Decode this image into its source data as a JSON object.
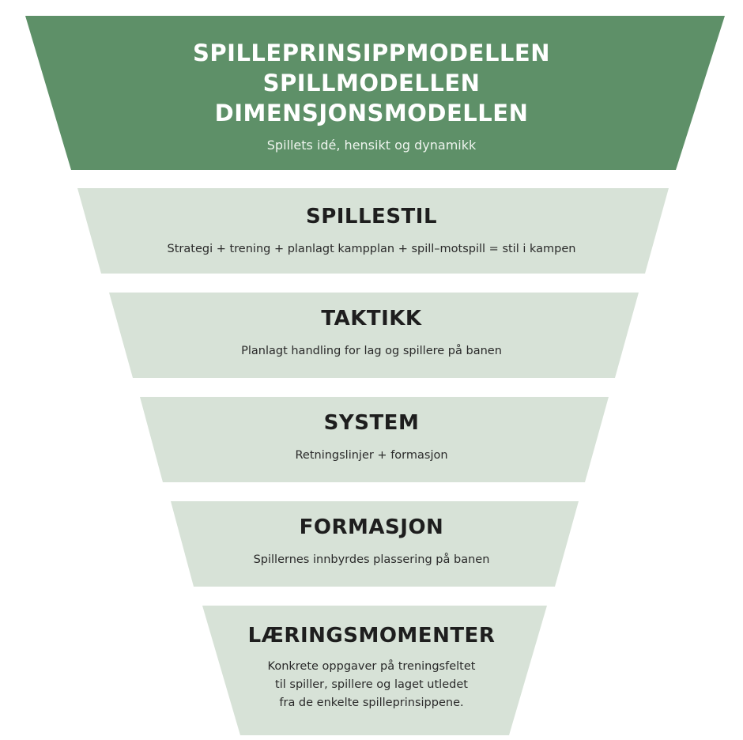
{
  "top": {
    "headings": [
      "SPILLEPRINSIPPMODELLEN",
      "SPILLMODELLEN",
      "DIMENSJONSMODELLEN"
    ],
    "description": "Spillets idé, hensikt og dynamikk"
  },
  "tiers": [
    {
      "heading": "SPILLESTIL",
      "description": "Strategi + trening + planlagt kampplan + spill–motspill = stil i kampen"
    },
    {
      "heading": "TAKTIKK",
      "description": "Planlagt handling for lag og spillere på banen"
    },
    {
      "heading": "SYSTEM",
      "description": "Retningslinjer + formasjon"
    },
    {
      "heading": "FORMASJON",
      "description": "Spillernes innbyrdes plassering på banen"
    },
    {
      "heading": "LÆRINGSMOMENTER",
      "description_lines": [
        "Konkrete oppgaver på treningsfeltet",
        "til spiller, spillere og laget utledet",
        "fra de enkelte spilleprinsippene."
      ]
    }
  ],
  "colors": {
    "top_fill": "#5e9068",
    "tier_fill": "#d7e2d7",
    "heading_dark": "#1e1e1e",
    "top_text": "#ffffff"
  }
}
